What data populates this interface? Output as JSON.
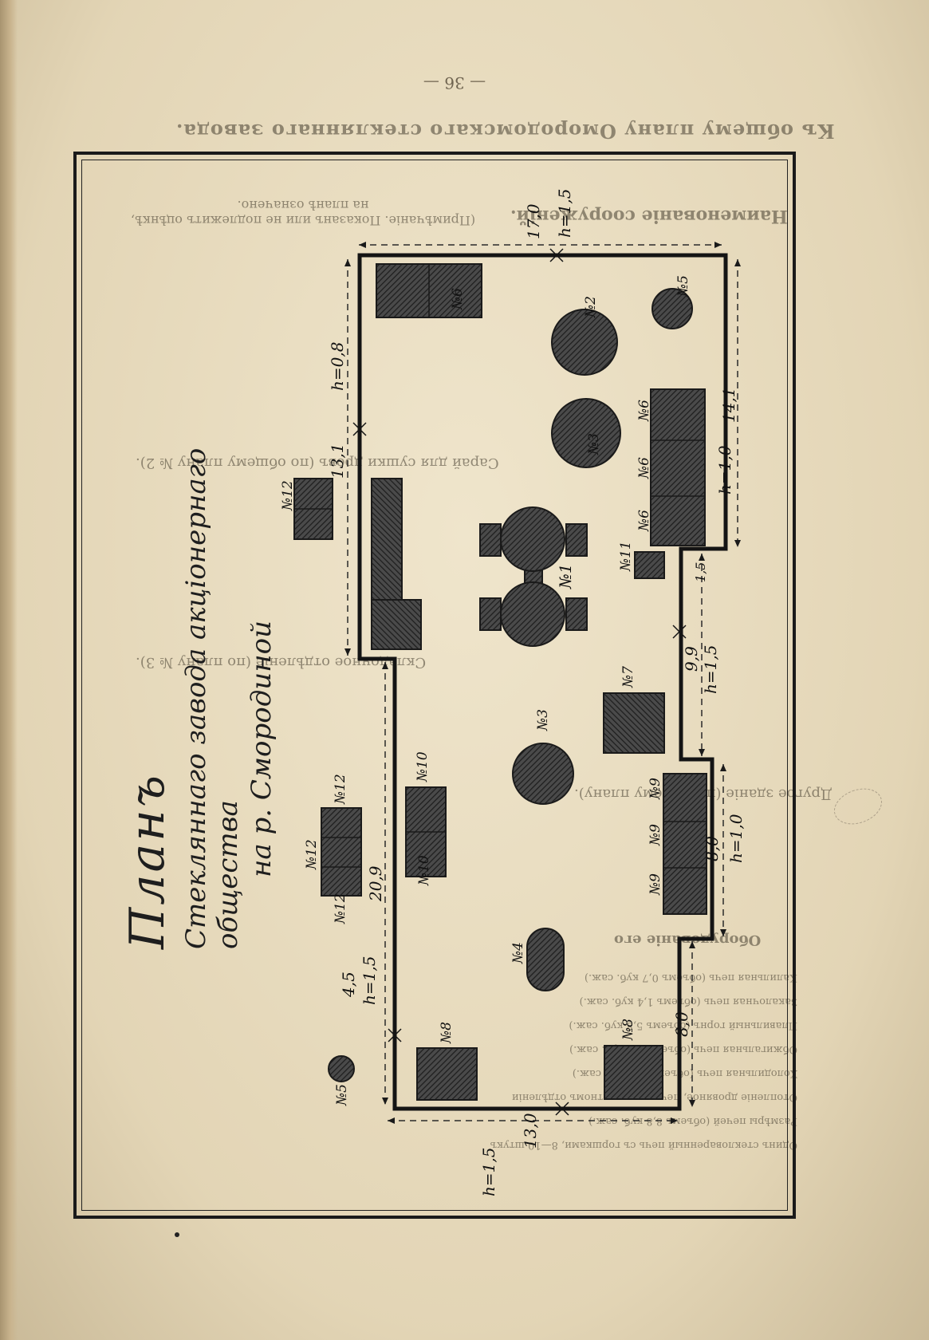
{
  "page": {
    "number": "— 36 —"
  },
  "show_through": {
    "title": "Къ общему плану Омородомскаго стекляннаго завода.",
    "header": "Наименованіе сооруженій.",
    "note": "(Примѣчаніе. Показанъ или не подлежитъ оцѣнкѣ, на планѣ означено.",
    "section_1": "Сарай для сушки дровъ (по общему плану № 2).",
    "section_2": "Складочное отдѣленіе (по плану № 3).",
    "section_3": "Другое зданіе (по общему плану).",
    "equipment": "Оборудованіе его",
    "equipment_lines": [
      "Одинъ стекловаренный печь съ горшками, 8—10 штукъ",
      "Размѣры печей (объемъ 8,8 куб. саж.)",
      "Отопленіе дровяное, печь въ прокатномъ отдѣленіи",
      "Холодильная печь (объемъ 3,1 куб. саж.)",
      "Обжигальная печь (объемъ 4,0 куб. саж.)",
      "Плавильный горнъ (объемъ 5,8 куб. саж.)",
      "Закалочная печь (объемъ 1,4 куб. саж.)",
      "Калильная печь (объемъ 0,7 куб. саж.)"
    ]
  },
  "plan": {
    "title_line1": "Планъ",
    "title_line2": "Стекляннаго завода акціонернаго общества",
    "title_line3": "на р. Смородиной",
    "dimensions": {
      "top_length": "17,0",
      "top_height": "h=1,5",
      "left_upper_height": "h=0,8",
      "left_upper_length": "13,1",
      "left_long_length": "20,9",
      "left_lower_height": "h=1,5",
      "left_lower_length": "4,5",
      "bottom_length": "13,0",
      "bottom_left_height": "h=1,5",
      "right_upper_length": "14,1",
      "right_upper_height": "h=1,0",
      "right_step": "1,5",
      "right_mid_length": "9,9",
      "right_mid_height": "h=1,5",
      "right_lower_length": "8,0",
      "right_lower_height": "h=1,0",
      "right_bottom_length": "8,0"
    },
    "buildings": {
      "b1": "№1",
      "b2": "№2",
      "b3a": "№3",
      "b3b": "№3",
      "b4": "№4",
      "b5a": "№5",
      "b5b": "№5",
      "b6a": "№6",
      "b6b": "№6",
      "b6c": "№6",
      "b6d": "№6",
      "b7": "№7",
      "b8a": "№8",
      "b8b": "№8",
      "b9a": "№9",
      "b9b": "№9",
      "b9c": "№9",
      "b10a": "№10",
      "b10b": "№10",
      "b11": "№11",
      "b12a": "№12",
      "b12b": "№12",
      "b12c": "№12",
      "b12d": "№12"
    }
  }
}
